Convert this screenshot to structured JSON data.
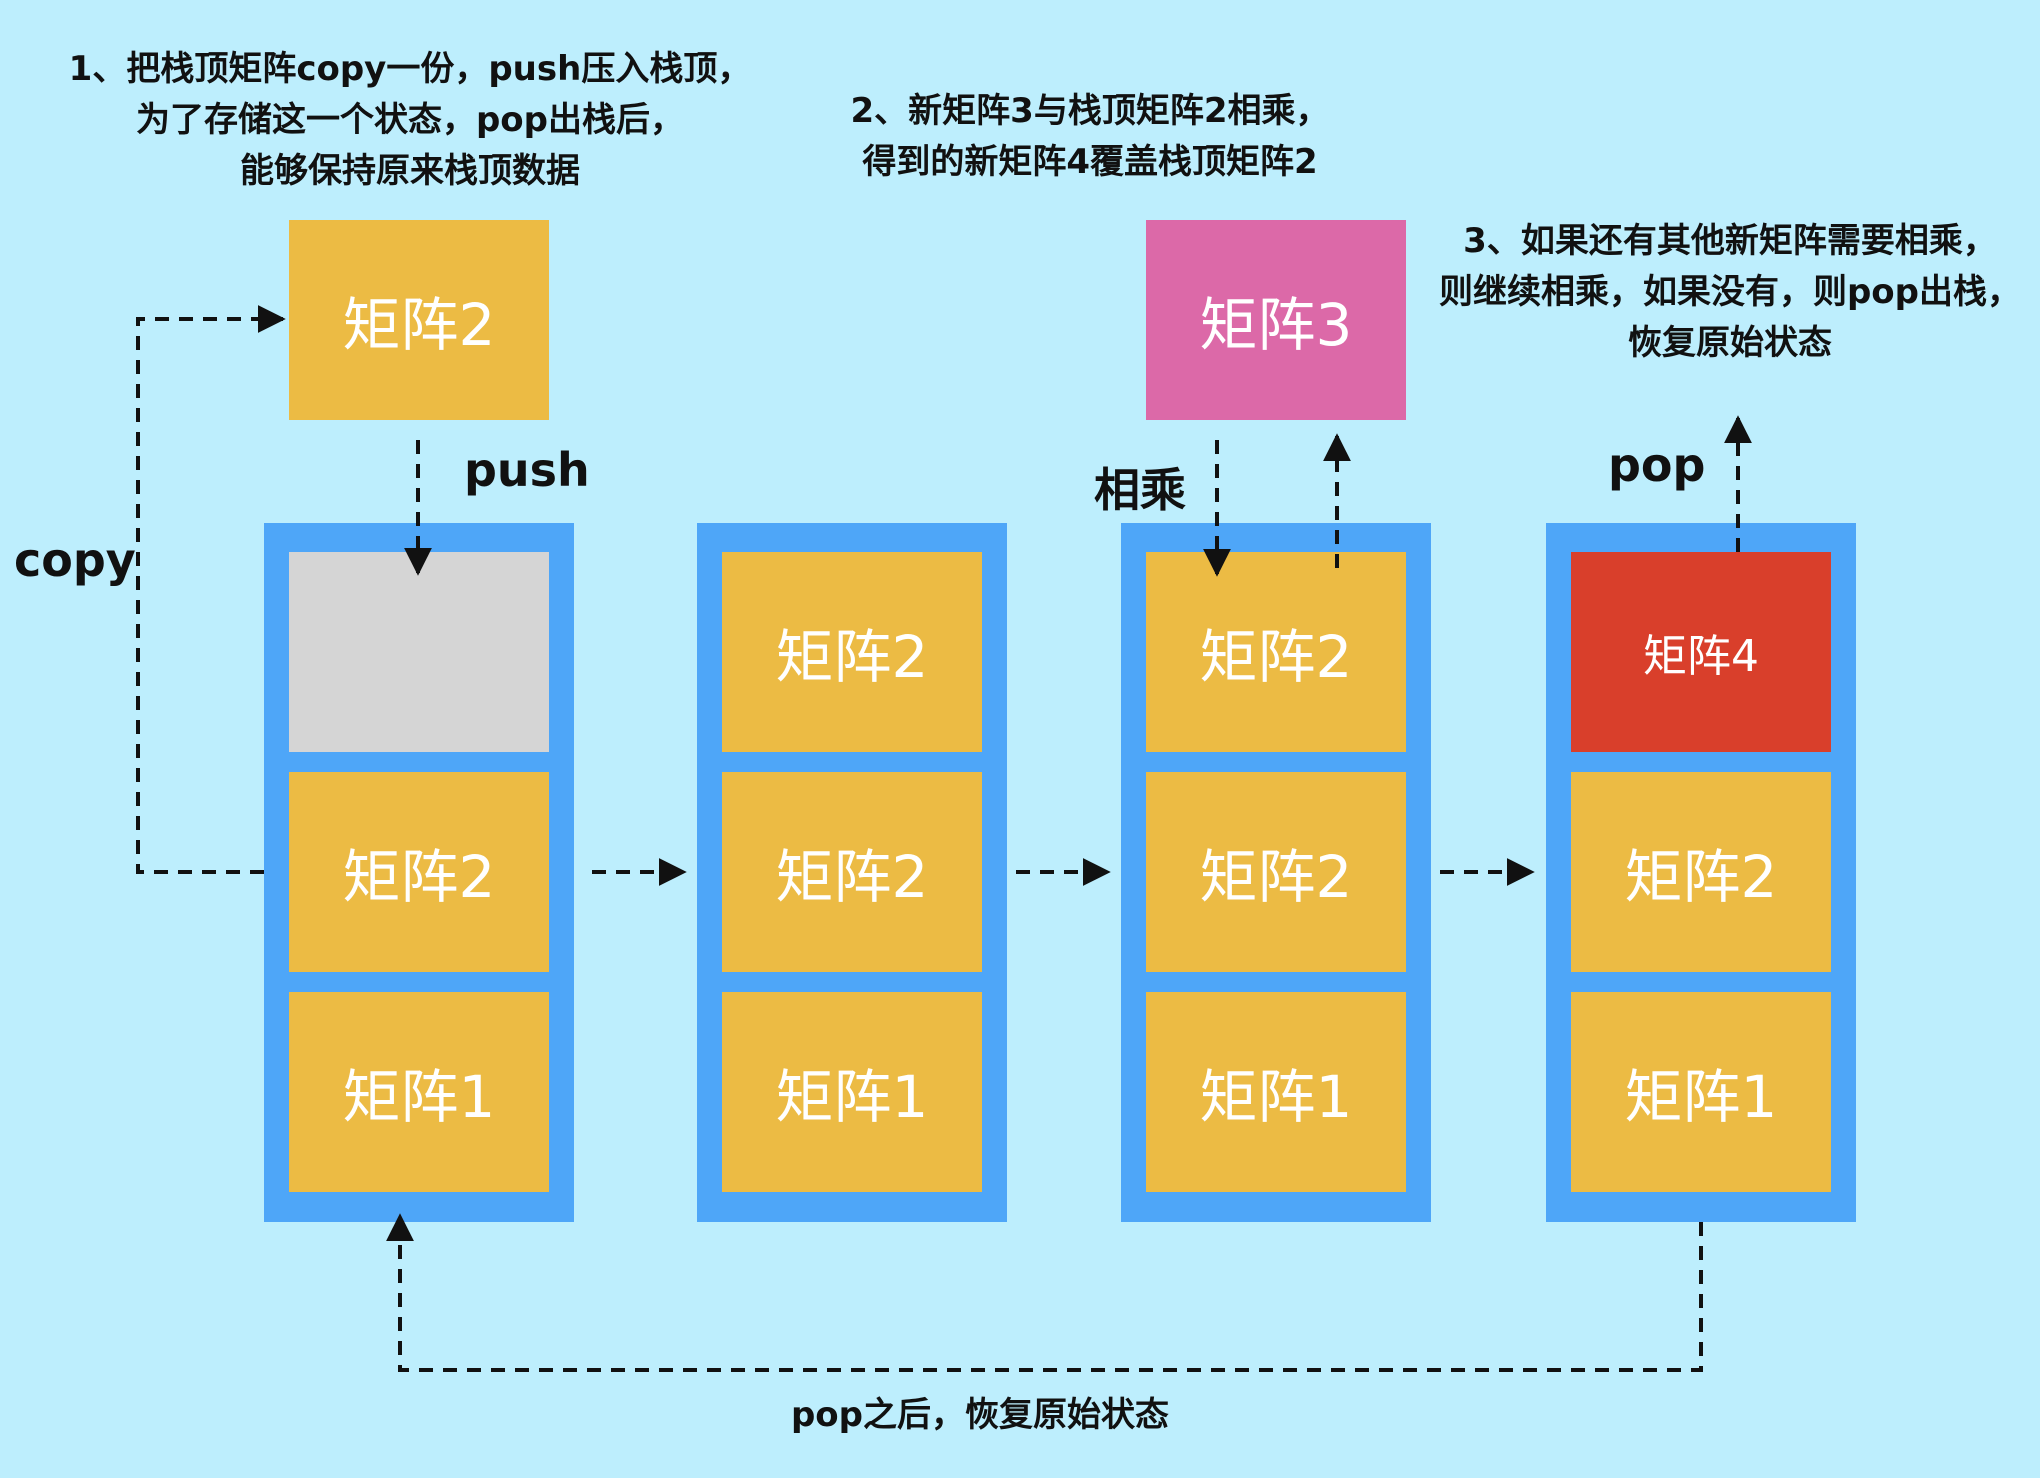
{
  "notes": {
    "step1": [
      "1、把栈顶矩阵copy一份，push压入栈顶，",
      "为了存储这一个状态，pop出栈后，",
      "能够保持原来栈顶数据"
    ],
    "step2": [
      "2、新矩阵3与栈顶矩阵2相乘，",
      "得到的新矩阵4覆盖栈顶矩阵2"
    ],
    "step3": [
      "3、如果还有其他新矩阵需要相乘，",
      "则继续相乘，如果没有，则pop出栈，",
      "恢复原始状态"
    ],
    "bottom": "pop之后，恢复原始状态"
  },
  "labels": {
    "copy": "copy",
    "push": "push",
    "multiply": "相乘",
    "pop": "pop"
  },
  "floating": {
    "copied_matrix": "矩阵2",
    "new_matrix": "矩阵3"
  },
  "stacks": [
    {
      "cells": [
        "",
        "矩阵2",
        "矩阵1"
      ]
    },
    {
      "cells": [
        "矩阵2",
        "矩阵2",
        "矩阵1"
      ]
    },
    {
      "cells": [
        "矩阵2",
        "矩阵2",
        "矩阵1"
      ]
    },
    {
      "cells": [
        "矩阵4",
        "矩阵2",
        "矩阵1"
      ]
    }
  ],
  "colors": {
    "background": "#bdeefd",
    "stack_frame": "#4ea6f8",
    "matrix": "#ecbb44",
    "empty_slot": "#d5d5d5",
    "matrix3": "#dc69a8",
    "matrix4": "#d93f2b"
  }
}
